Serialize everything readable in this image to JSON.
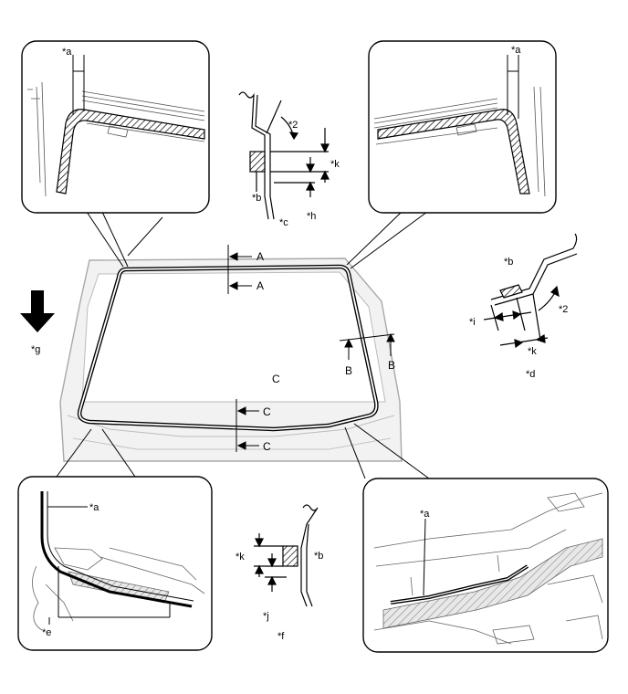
{
  "figure": {
    "callouts": {
      "a": "*a",
      "b": "*b",
      "c": "*c",
      "d": "*d",
      "e": "*e",
      "f": "*f",
      "g": "*g",
      "h": "*h",
      "i": "*i",
      "j": "*j",
      "k": "*k",
      "two": "*2"
    },
    "sections": {
      "A": "A",
      "B": "B",
      "C": "C"
    },
    "icons": [
      "arrow-down-icon"
    ],
    "colors": {
      "line": "#000000",
      "body_fill": "#f2f2f2",
      "body_stroke": "#a8a8a8"
    }
  }
}
